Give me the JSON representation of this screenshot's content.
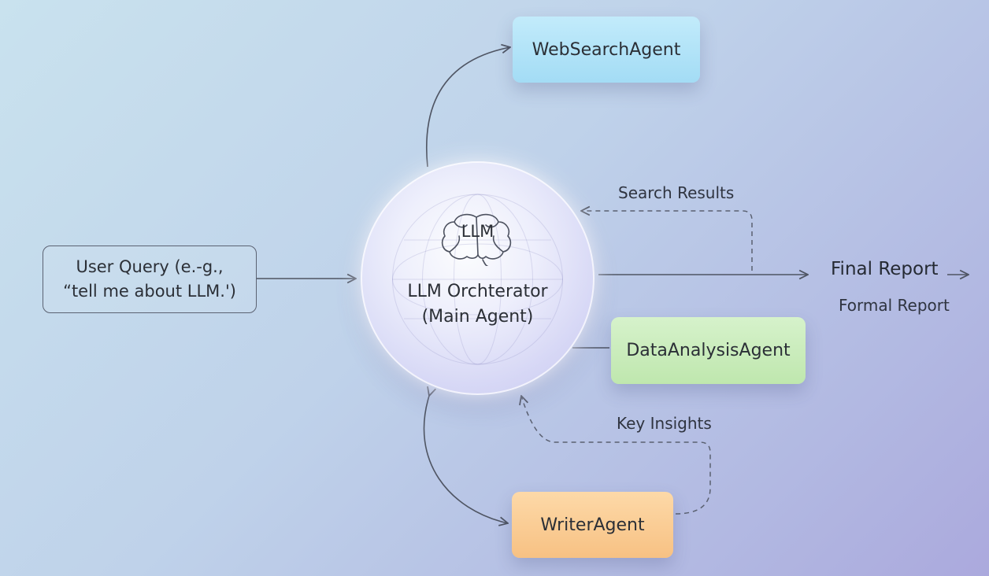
{
  "diagram": {
    "user_query": {
      "line1": "User Query (e.-g.,",
      "line2": "“tell me about LLM.')"
    },
    "orchestrator": {
      "badge": "LLM",
      "title_line1": "LLM Orchterator",
      "title_line2": "(Main Agent)"
    },
    "agents": {
      "web_search": "WebSearchAgent",
      "data_analysis": "DataAnalysisAgent",
      "writer": "WriterAgent"
    },
    "edge_labels": {
      "search_results": "Search Results",
      "key_insights": "Key Insights"
    },
    "output": {
      "final_report": "Final Report",
      "formal_report": "Formal Report"
    },
    "colors": {
      "web_search_box": "#a9dff6",
      "data_analysis_box": "#c6eab6",
      "writer_box": "#f9c98c",
      "connector": "#4f5563"
    }
  }
}
